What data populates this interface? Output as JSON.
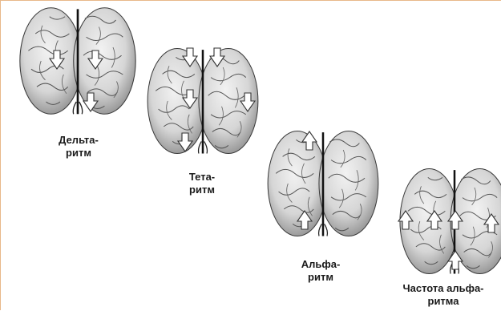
{
  "figure": {
    "brains": [
      {
        "id": "delta",
        "label_line1": "Дельта-",
        "label_line2": "ритм",
        "arrows": [
          "down",
          "down",
          "down"
        ]
      },
      {
        "id": "theta",
        "label_line1": "Тета-",
        "label_line2": "ритм",
        "arrows": [
          "down",
          "down",
          "down",
          "down",
          "down"
        ]
      },
      {
        "id": "alpha",
        "label_line1": "Альфа-",
        "label_line2": "ритм",
        "arrows": [
          "up",
          "up"
        ]
      },
      {
        "id": "alpha-frequency",
        "label_line1": "Частота альфа-",
        "label_line2": "ритма",
        "arrows": [
          "up",
          "up",
          "up",
          "up",
          "up"
        ]
      }
    ],
    "colors": {
      "brain_fill": "#d9d9d9",
      "brain_stroke": "#3a3a3a",
      "gyri": "#555555",
      "arrow_fill": "#ffffff",
      "arrow_stroke": "#333333",
      "frame_border": "#e8b88a"
    }
  }
}
